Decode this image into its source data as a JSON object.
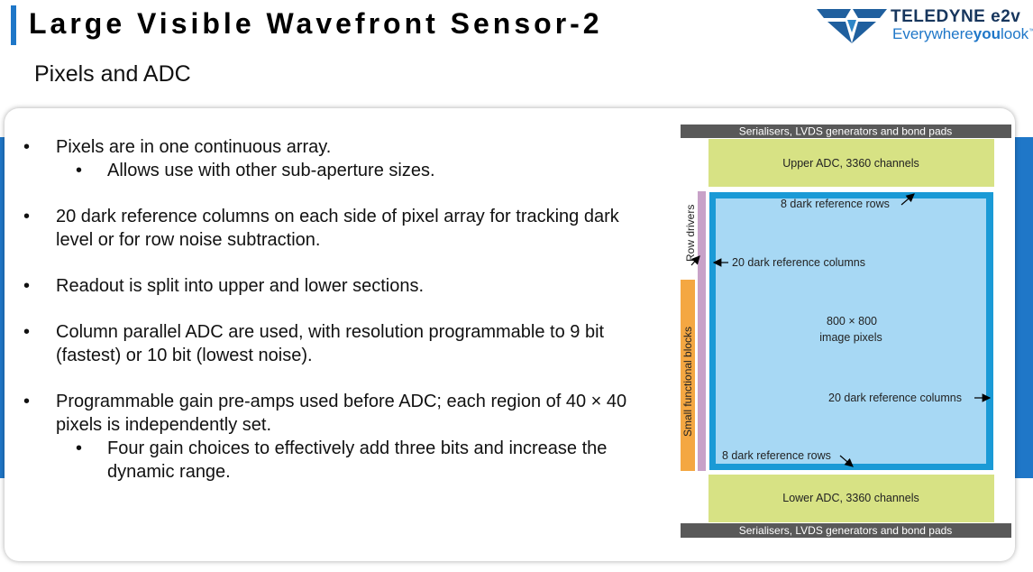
{
  "header": {
    "title": "Large Visible Wavefront Sensor-2",
    "subtitle": "Pixels and ADC",
    "logo_brand": "TELEDYNE e2v",
    "logo_tag_a": "Everywhere",
    "logo_tag_b": "you",
    "logo_tag_c": "look",
    "logo_tm": "™"
  },
  "bullets": [
    {
      "text": "Pixels are in one continuous array.",
      "sub": [
        "Allows use with other sub-aperture sizes."
      ]
    },
    {
      "text": "20 dark reference columns on each side of pixel array for tracking dark level or for row noise subtraction.",
      "sub": []
    },
    {
      "text": "Readout is split into upper and lower sections.",
      "sub": []
    },
    {
      "text": "Column parallel ADC are used, with resolution programmable to 9 bit (fastest) or 10 bit (lowest noise).",
      "sub": []
    },
    {
      "text": "Programmable gain pre-amps used before ADC; each region of 40 × 40 pixels is independently set.",
      "sub": [
        "Four gain choices to effectively add three bits and increase the dynamic range."
      ]
    }
  ],
  "diagram": {
    "top_serialisers": "Serialisers, LVDS generators and bond pads",
    "upper_adc": "Upper ADC, 3360 channels",
    "dark_rows_top": "8 dark reference rows",
    "dark_cols_left": "20 dark reference columns",
    "image_pixels_1": "800 × 800",
    "image_pixels_2": "image pixels",
    "dark_cols_right": "20 dark reference columns",
    "dark_rows_bottom": "8 dark reference rows",
    "lower_adc": "Lower ADC, 3360 channels",
    "bottom_serialisers": "Serialisers, LVDS generators and bond pads",
    "row_drivers": "Row drivers",
    "small_blocks": "Small functional blocks",
    "colors": {
      "serialiser_bar": "#595959",
      "adc_fill": "#d7e284",
      "pixel_fill": "#a7d8f4",
      "pixel_border": "#1a9ad6",
      "row_driver_strip": "#c8a2c8",
      "functional_blocks": "#f4a742",
      "accent": "#1f77c8"
    }
  }
}
